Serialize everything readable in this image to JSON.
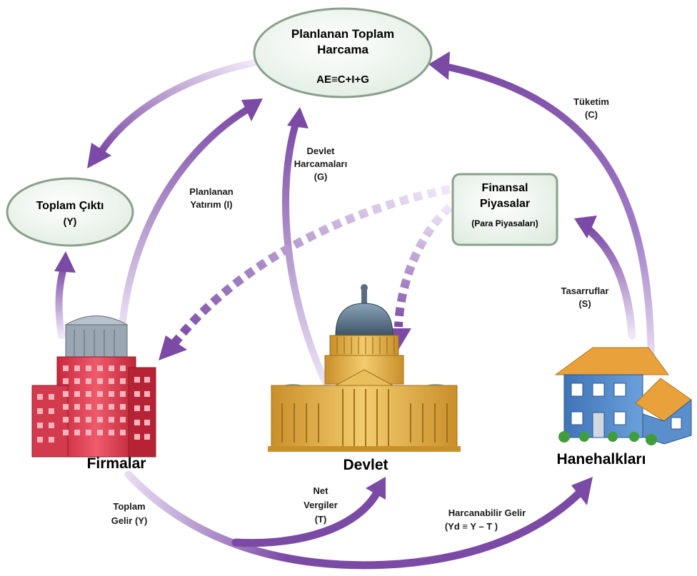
{
  "nodes": {
    "planned_expenditure": {
      "line1": "Planlanan Toplam",
      "line2": "Harcama",
      "formula": "AE≡C+I+G"
    },
    "total_output": {
      "line1": "Toplam Çıktı",
      "line2": "(Y)"
    },
    "financial_markets": {
      "line1": "Finansal",
      "line2": "Piyasalar",
      "line3": "(Para Piyasaları)"
    }
  },
  "actors": {
    "firms": "Firmalar",
    "government": "Devlet",
    "households": "Hanehalkları"
  },
  "flows": {
    "consumption": {
      "line1": "Tüketim",
      "line2": "(C)"
    },
    "gov_spending": {
      "line1": "Devlet",
      "line2": "Harcamaları",
      "line3": "(G)"
    },
    "investment": {
      "line1": "Planlanan",
      "line2": "Yatırım (I)"
    },
    "savings": {
      "line1": "Tasarruflar",
      "line2": "(S)"
    },
    "total_income": {
      "line1": "Toplam",
      "line2": "Gelir (Y)"
    },
    "net_taxes": {
      "line1": "Net",
      "line2": "Vergiler",
      "line3": "(T)"
    },
    "disposable_income": {
      "line1": "Harcanabilir Gelir",
      "line2": "(Yd ≡ Y – T )"
    }
  },
  "colors": {
    "arrow": "#7b4aa5",
    "arrow_light": "#d9c8ea",
    "node_fill": "#e8f2e8",
    "node_stroke": "#8aa08a",
    "building_red": "#e0475a",
    "dome_gold": "#e6b34a",
    "house_blue": "#4f86c6",
    "house_roof": "#e9a23b"
  }
}
